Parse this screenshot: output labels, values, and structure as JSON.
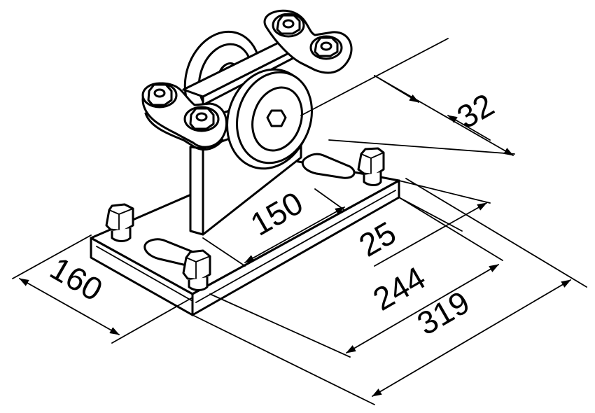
{
  "drawing": {
    "dimensions": [
      {
        "id": "dim-32",
        "label": "32"
      },
      {
        "id": "dim-150",
        "label": "150"
      },
      {
        "id": "dim-160",
        "label": "160"
      },
      {
        "id": "dim-25",
        "label": "25"
      },
      {
        "id": "dim-244",
        "label": "244"
      },
      {
        "id": "dim-319",
        "label": "319"
      }
    ]
  }
}
